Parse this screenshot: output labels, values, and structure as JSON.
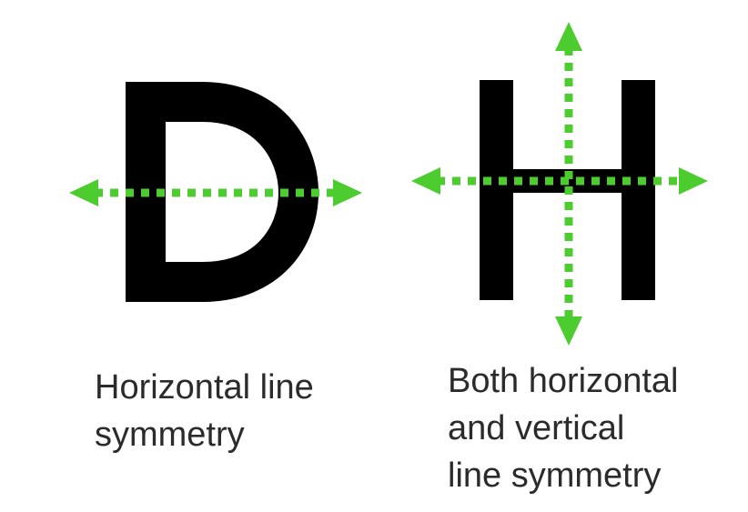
{
  "figure": {
    "letters": [
      {
        "glyph": "D",
        "symmetry": "horizontal"
      },
      {
        "glyph": "H",
        "symmetry": "horizontal and vertical"
      }
    ],
    "colors": {
      "letter": "#000000",
      "axis": "#4ccc2f",
      "text": "#2b2b2b",
      "background": "#ffffff"
    }
  },
  "captions": {
    "left": {
      "line1": "Horizontal line",
      "line2": "symmetry"
    },
    "right": {
      "line1": "Both horizontal",
      "line2": "and vertical",
      "line3": "line symmetry"
    }
  }
}
